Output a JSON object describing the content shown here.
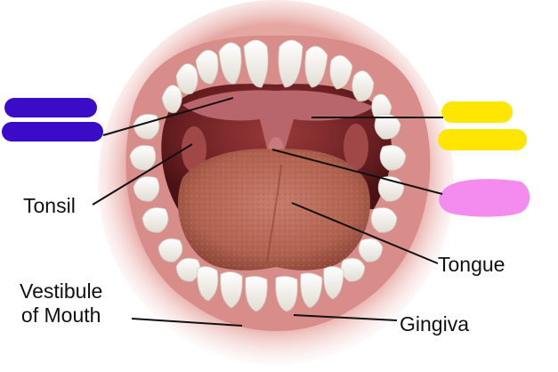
{
  "labels": {
    "tonsil": "Tonsil",
    "tongue": "Tongue",
    "gingiva": "Gingiva",
    "vestibule_line1": "Vestibule",
    "vestibule_line2": "of Mouth"
  },
  "redactions": [
    {
      "id": "redaction-left",
      "color": "#3a0cc8"
    },
    {
      "id": "redaction-right-top",
      "color": "#ffe600"
    },
    {
      "id": "redaction-right-middle",
      "color": "#f48cf0"
    }
  ],
  "colors": {
    "lip": "#e8a9a4",
    "gum": "#d98d8a",
    "cavity": "#7a2a2c",
    "tongue": "#b86a5c",
    "tooth": "#f6f5f0",
    "leader_line": "#111111"
  }
}
